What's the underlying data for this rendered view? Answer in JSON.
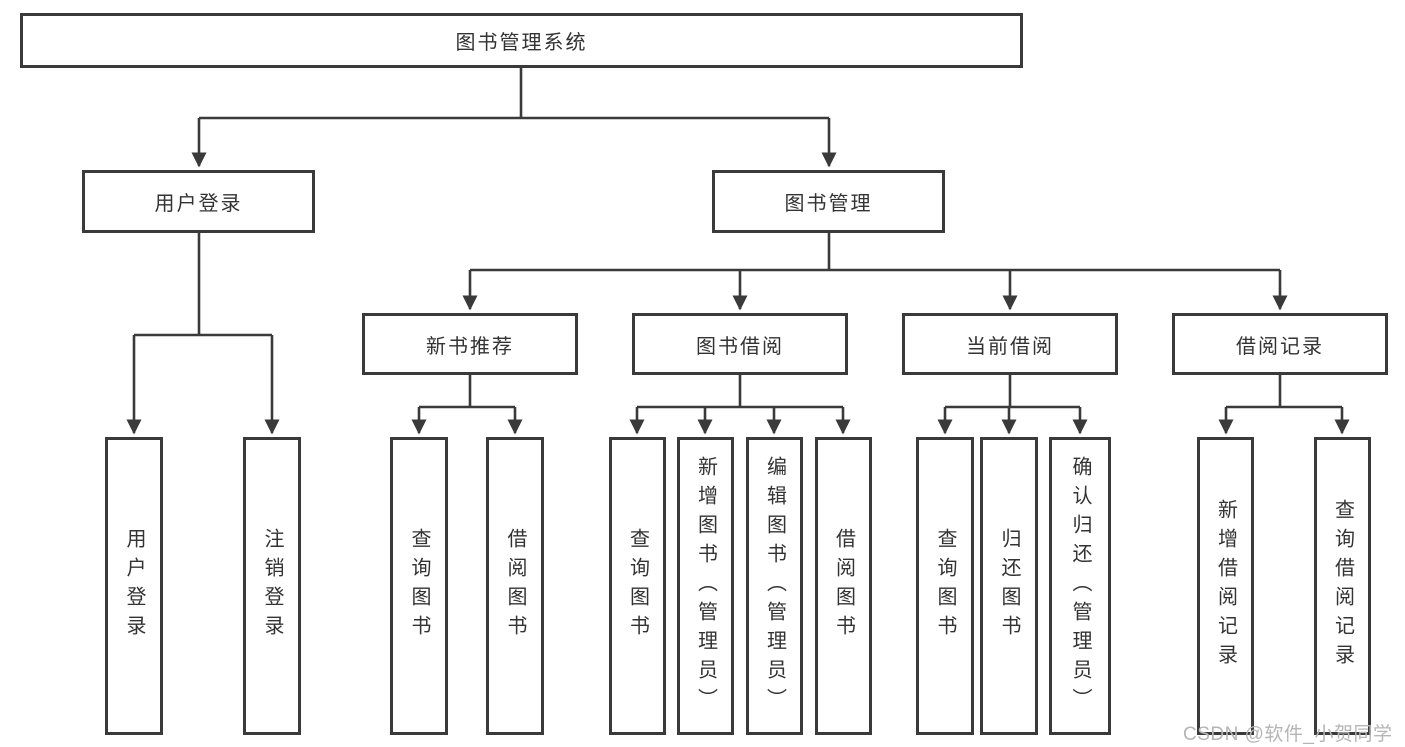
{
  "tree": {
    "label": "图书管理系统",
    "children": [
      {
        "label": "用户登录",
        "children": [
          {
            "label": "用户登录"
          },
          {
            "label": "注销登录"
          }
        ]
      },
      {
        "label": "图书管理",
        "children": [
          {
            "label": "新书推荐",
            "children": [
              {
                "label": "查询图书"
              },
              {
                "label": "借阅图书"
              }
            ]
          },
          {
            "label": "图书借阅",
            "children": [
              {
                "label": "查询图书"
              },
              {
                "label": "新增图书（管理员）"
              },
              {
                "label": "编辑图书（管理员）"
              },
              {
                "label": "借阅图书"
              }
            ]
          },
          {
            "label": "当前借阅",
            "children": [
              {
                "label": "查询图书"
              },
              {
                "label": "归还图书"
              },
              {
                "label": "确认归还（管理员）"
              }
            ]
          },
          {
            "label": "借阅记录",
            "children": [
              {
                "label": "新增借阅记录"
              },
              {
                "label": "查询借阅记录"
              }
            ]
          }
        ]
      }
    ]
  },
  "watermark": {
    "text": "CSDN @软件_小贺同学"
  },
  "colors": {
    "line": "#3a3a3a",
    "text": "#333333",
    "background": "#ffffff",
    "watermark": "#b5b5b5"
  }
}
